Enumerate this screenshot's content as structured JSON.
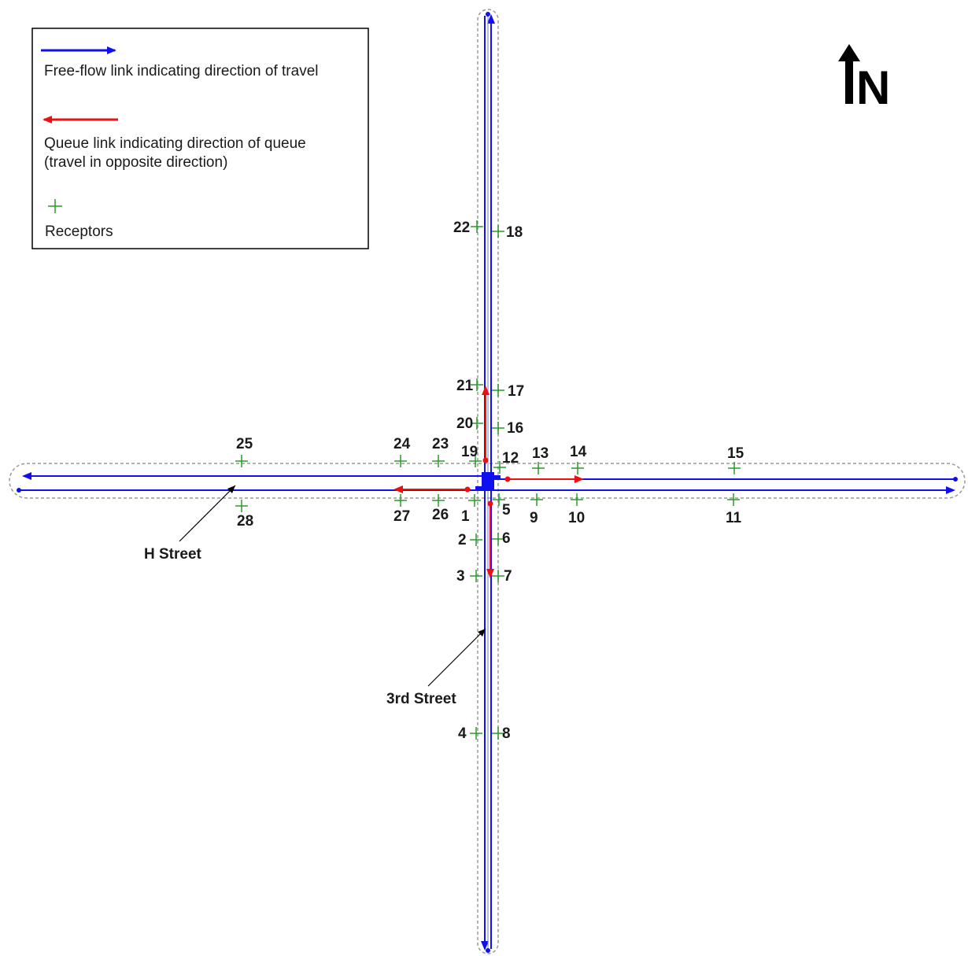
{
  "legend": {
    "freeflow_label": "Free-flow link indicating direction of travel",
    "queue_label_line1": "Queue link indicating direction of queue",
    "queue_label_line2": "(travel in opposite direction)",
    "receptors_label": "Receptors"
  },
  "north": {
    "label": "N"
  },
  "streets": {
    "h_street": "H Street",
    "third_street": "3rd Street"
  },
  "colors": {
    "freeflow": "#1010ee",
    "queue": "#ee1010",
    "receptor": "#2a9a2a",
    "road_buffer": "#999999"
  },
  "receptors": [
    {
      "id": "1"
    },
    {
      "id": "2"
    },
    {
      "id": "3"
    },
    {
      "id": "4"
    },
    {
      "id": "5"
    },
    {
      "id": "6"
    },
    {
      "id": "7"
    },
    {
      "id": "8"
    },
    {
      "id": "9"
    },
    {
      "id": "10"
    },
    {
      "id": "11"
    },
    {
      "id": "12"
    },
    {
      "id": "13"
    },
    {
      "id": "14"
    },
    {
      "id": "15"
    },
    {
      "id": "16"
    },
    {
      "id": "17"
    },
    {
      "id": "18"
    },
    {
      "id": "19"
    },
    {
      "id": "20"
    },
    {
      "id": "21"
    },
    {
      "id": "22"
    },
    {
      "id": "23"
    },
    {
      "id": "24"
    },
    {
      "id": "25"
    },
    {
      "id": "26"
    },
    {
      "id": "27"
    },
    {
      "id": "28"
    }
  ]
}
